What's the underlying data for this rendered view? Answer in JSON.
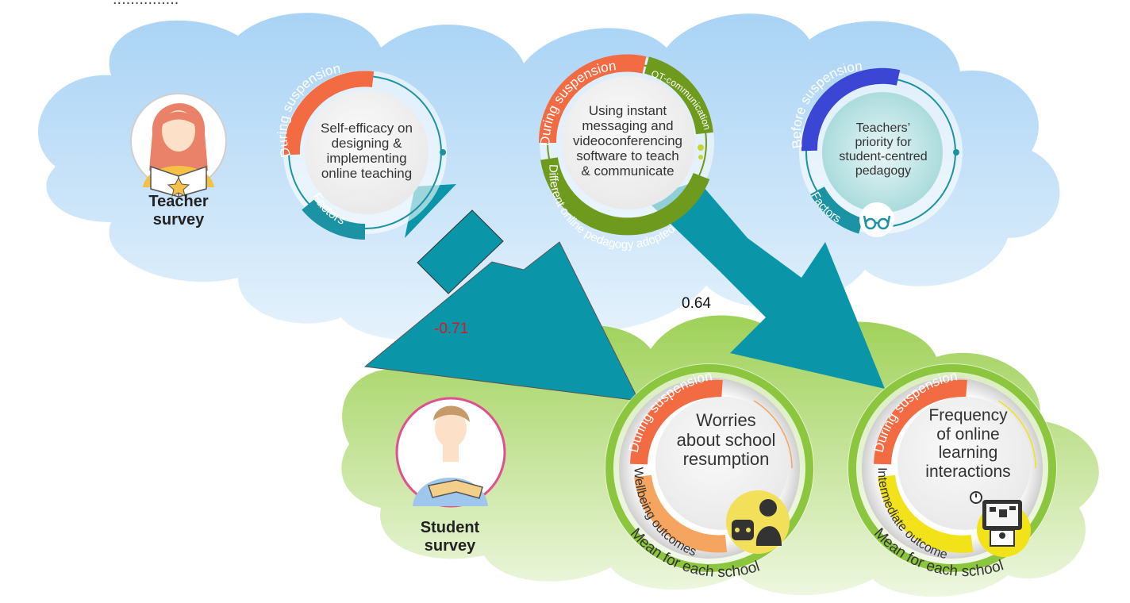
{
  "header": {
    "caption": "..............."
  },
  "teacher_survey": {
    "label_line1": "Teacher",
    "label_line2": "survey",
    "nodes": [
      {
        "tag": "During suspension",
        "tag_color": "#f26b43",
        "text": [
          "Self-efficacy on",
          "designing &",
          "implementing",
          "online teaching"
        ],
        "category": "Factors",
        "category_color": "#1c93a5"
      },
      {
        "tag": "During suspension",
        "tag_color": "#f26b43",
        "text": [
          "Using instant",
          "messaging and",
          "videoconferencing",
          "software to teach",
          "& communicate"
        ],
        "subtag": "OT-communication",
        "category": "Different online pedagogy adopted",
        "category_color": "#6e9a1e"
      },
      {
        "tag": "Before suspension",
        "tag_color": "#3b47d4",
        "text": [
          "Teachers’",
          "priority for",
          "student-centred",
          "pedagogy"
        ],
        "category": "Factors",
        "category_color": "#1c93a5",
        "icon": "glasses-icon"
      }
    ]
  },
  "student_survey": {
    "label_line1": "Student",
    "label_line2": "survey",
    "nodes": [
      {
        "tag": "During suspension",
        "tag_color": "#f26b43",
        "text": [
          "Worries",
          "about school",
          "resumption"
        ],
        "category": "Wellbeing outcomes",
        "category_color": "#f5a55f",
        "caption": "Mean for each school",
        "icon": "student-worry-icon"
      },
      {
        "tag": "During suspension",
        "tag_color": "#f26b43",
        "text": [
          "Frequency",
          "of online",
          "learning",
          "interactions"
        ],
        "category": "Intermediate outcome",
        "category_color": "#f2e21a",
        "caption": "Mean for each school",
        "icon": "online-learning-icon"
      }
    ]
  },
  "paths": [
    {
      "from": "Self-efficacy on designing & implementing online teaching",
      "to": "Worries about school resumption",
      "coefficient": "-0.71",
      "color": "#d7191c"
    },
    {
      "from": "Using instant messaging and videoconferencing software to teach & communicate",
      "to": "Frequency of online learning interactions",
      "coefficient": "0.64",
      "color": "#111111"
    }
  ],
  "colors": {
    "teacher_cloud": "#c4e1f8",
    "student_cloud": "#b8dc82",
    "arrow": "#0a96a8"
  }
}
